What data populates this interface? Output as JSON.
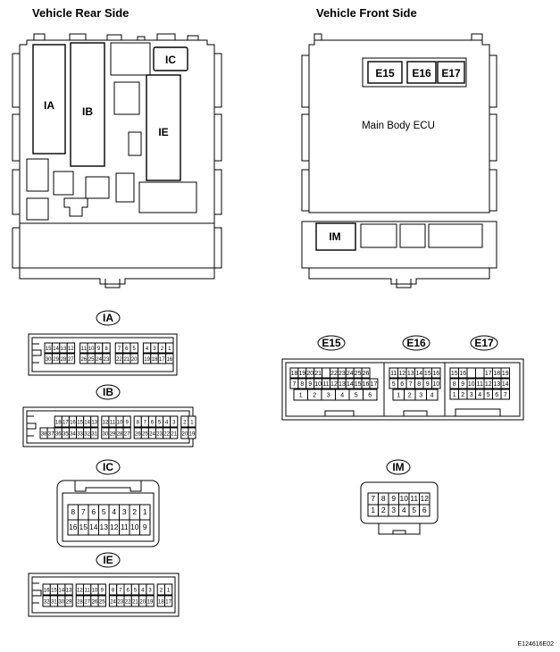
{
  "titles": {
    "rear": "Vehicle Rear Side",
    "front": "Vehicle Front Side"
  },
  "rear_blocks": {
    "ia": "IA",
    "ib": "IB",
    "ic": "IC",
    "ie": "IE"
  },
  "front_blocks": {
    "ecu": "Main Body ECU",
    "e15": "E15",
    "e16": "E16",
    "e17": "E17",
    "im": "IM"
  },
  "connectors": {
    "IA": {
      "label": "IA",
      "groups": [
        {
          "top": [
            "15",
            "14",
            "13",
            "12"
          ],
          "bottom": [
            "30",
            "29",
            "28",
            "27"
          ]
        },
        {
          "top": [
            "11",
            "10",
            "9",
            "8"
          ],
          "bottom": [
            "26",
            "25",
            "24",
            "23"
          ]
        },
        {
          "top": [
            "7",
            "6",
            "5"
          ],
          "bottom": [
            "22",
            "21",
            "20"
          ]
        },
        {
          "top": [
            "4",
            "3",
            "2",
            "1"
          ],
          "bottom": [
            "19",
            "18",
            "17",
            "16"
          ]
        }
      ]
    },
    "IB": {
      "label": "IB",
      "groups": [
        {
          "top": [
            "18",
            "17",
            "16",
            "15",
            "14",
            "13"
          ],
          "bottom": [
            "38",
            "37",
            "36",
            "35",
            "34",
            "33",
            "32",
            "31"
          ]
        },
        {
          "top": [
            "12",
            "11",
            "10",
            "9"
          ],
          "bottom": [
            "30",
            "29",
            "28",
            "27"
          ]
        },
        {
          "top": [
            "8",
            "7",
            "6",
            "5",
            "4",
            "3"
          ],
          "bottom": [
            "26",
            "25",
            "24",
            "23",
            "22",
            "21"
          ]
        },
        {
          "top": [
            "2",
            "1"
          ],
          "bottom": [
            "20",
            "19"
          ]
        }
      ]
    },
    "IC": {
      "label": "IC",
      "top": [
        "8",
        "7",
        "6",
        "5",
        "4",
        "3",
        "2",
        "1"
      ],
      "bottom": [
        "16",
        "15",
        "14",
        "13",
        "12",
        "11",
        "10",
        "9"
      ]
    },
    "IE": {
      "label": "IE",
      "groups": [
        {
          "top": [
            "16",
            "15",
            "14",
            "13"
          ],
          "bottom": [
            "32",
            "31",
            "30",
            "29"
          ]
        },
        {
          "top": [
            "12",
            "11",
            "10",
            "9"
          ],
          "bottom": [
            "28",
            "27",
            "26",
            "25"
          ]
        },
        {
          "top": [
            "8",
            "7",
            "6",
            "5",
            "4",
            "3"
          ],
          "bottom": [
            "24",
            "23",
            "22",
            "21",
            "20",
            "19"
          ]
        },
        {
          "top": [
            "2",
            "1"
          ],
          "bottom": [
            "18",
            "17"
          ]
        }
      ]
    },
    "E15": {
      "label": "E15",
      "row1": [
        "18",
        "19",
        "20",
        "21",
        "",
        "22",
        "23",
        "24",
        "25",
        "26"
      ],
      "row2": [
        "7",
        "8",
        "9",
        "10",
        "11",
        "12",
        "13",
        "14",
        "15",
        "16",
        "17"
      ],
      "row3": [
        "1",
        "2",
        "3",
        "4",
        "5",
        "6"
      ]
    },
    "E16": {
      "label": "E16",
      "row1": [
        "11",
        "12",
        "13",
        "14",
        "15",
        "16"
      ],
      "row2": [
        "5",
        "6",
        "7",
        "8",
        "9",
        "10"
      ],
      "row3": [
        "1",
        "2",
        "3",
        "4"
      ]
    },
    "E17": {
      "label": "E17",
      "row1": [
        "15",
        "16",
        "",
        "",
        "17",
        "18",
        "19"
      ],
      "row2": [
        "8",
        "9",
        "10",
        "11",
        "12",
        "13",
        "14"
      ],
      "row3": [
        "1",
        "2",
        "3",
        "4",
        "5",
        "6",
        "7"
      ]
    },
    "IM": {
      "label": "IM",
      "top": [
        "7",
        "8",
        "9",
        "10",
        "11",
        "12"
      ],
      "bottom": [
        "1",
        "2",
        "3",
        "4",
        "5",
        "6"
      ]
    }
  },
  "figure_code": "E124616E02"
}
